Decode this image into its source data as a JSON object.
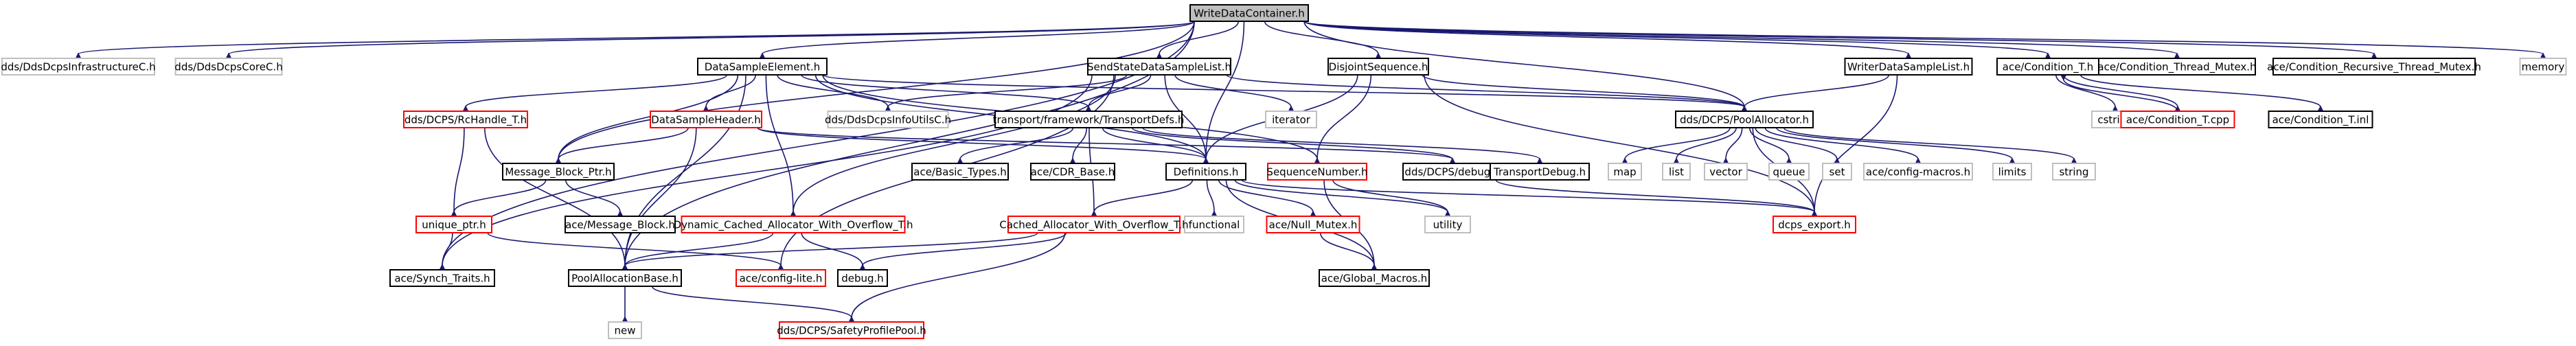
{
  "colors": {
    "edge": "#191970",
    "border_default": "#000000",
    "border_missing": "#bfbfbf",
    "border_truncated": "#ff0000",
    "root_fill": "#bfbfbf",
    "fill": "#ffffff"
  },
  "nodes": {
    "root": {
      "label": "WriteDataContainer.h"
    },
    "infraC": {
      "label": "dds/DdsDcpsInfrastructureC.h"
    },
    "coreC": {
      "label": "dds/DdsDcpsCoreC.h"
    },
    "dse": {
      "label": "DataSampleElement.h"
    },
    "ssdsl": {
      "label": "SendStateDataSampleList.h"
    },
    "disjoint": {
      "label": "DisjointSequence.h"
    },
    "wdsl": {
      "label": "WriterDataSampleList.h"
    },
    "condT": {
      "label": "ace/Condition_T.h"
    },
    "condThreadMutex": {
      "label": "ace/Condition_Thread_Mutex.h"
    },
    "condRecursive": {
      "label": "ace/Condition_Recursive_Thread_Mutex.h"
    },
    "memory": {
      "label": "memory"
    },
    "rchandle": {
      "label": "dds/DCPS/RcHandle_T.h"
    },
    "dsh": {
      "label": "DataSampleHeader.h"
    },
    "infoUtils": {
      "label": "dds/DdsDcpsInfoUtilsC.h"
    },
    "transportDefs": {
      "label": "transport/framework/TransportDefs.h"
    },
    "iterator": {
      "label": "iterator"
    },
    "poolAlloc": {
      "label": "dds/DCPS/PoolAllocator.h"
    },
    "cstring": {
      "label": "cstring"
    },
    "condTcpp": {
      "label": "ace/Condition_T.cpp"
    },
    "condTinl": {
      "label": "ace/Condition_T.inl"
    },
    "mbptr": {
      "label": "Message_Block_Ptr.h"
    },
    "basicTypes": {
      "label": "ace/Basic_Types.h"
    },
    "cdrBase": {
      "label": "ace/CDR_Base.h"
    },
    "definitions": {
      "label": "Definitions.h"
    },
    "seqNum": {
      "label": "SequenceNumber.h"
    },
    "ddsDebug": {
      "label": "dds/DCPS/debug.h"
    },
    "transportDebug": {
      "label": "TransportDebug.h"
    },
    "map": {
      "label": "map"
    },
    "list": {
      "label": "list"
    },
    "vector": {
      "label": "vector"
    },
    "queue": {
      "label": "queue"
    },
    "set": {
      "label": "set"
    },
    "configMacros": {
      "label": "ace/config-macros.h"
    },
    "limits": {
      "label": "limits"
    },
    "string": {
      "label": "string"
    },
    "uniquePtr": {
      "label": "unique_ptr.h"
    },
    "messageBlock": {
      "label": "ace/Message_Block.h"
    },
    "dcawo": {
      "label": "Dynamic_Cached_Allocator_With_Overflow_T.h"
    },
    "functional": {
      "label": "functional"
    },
    "nullMutex": {
      "label": "ace/Null_Mutex.h"
    },
    "utility": {
      "label": "utility"
    },
    "dcpsExport": {
      "label": "dcps_export.h"
    },
    "cawo": {
      "label": "Cached_Allocator_With_Overflow_T.h"
    },
    "synchTraits": {
      "label": "ace/Synch_Traits.h"
    },
    "poolAllocBase": {
      "label": "PoolAllocationBase.h"
    },
    "configLite": {
      "label": "ace/config-lite.h"
    },
    "debugH": {
      "label": "debug.h"
    },
    "globalMacros": {
      "label": "ace/Global_Macros.h"
    },
    "newH": {
      "label": "new"
    },
    "safetyPool": {
      "label": "dds/DCPS/SafetyProfilePool.h"
    }
  },
  "edges": [
    [
      "root",
      "infraC"
    ],
    [
      "root",
      "coreC"
    ],
    [
      "root",
      "dse"
    ],
    [
      "root",
      "ssdsl"
    ],
    [
      "root",
      "disjoint"
    ],
    [
      "root",
      "wdsl"
    ],
    [
      "root",
      "condT"
    ],
    [
      "root",
      "condThreadMutex"
    ],
    [
      "root",
      "condRecursive"
    ],
    [
      "root",
      "memory"
    ],
    [
      "root",
      "mbptr"
    ],
    [
      "root",
      "synchTraits"
    ],
    [
      "root",
      "poolAllocBase"
    ],
    [
      "root",
      "poolAlloc"
    ],
    [
      "root",
      "definitions"
    ],
    [
      "dse",
      "rchandle"
    ],
    [
      "dse",
      "dsh"
    ],
    [
      "dse",
      "infoUtils"
    ],
    [
      "dse",
      "transportDefs"
    ],
    [
      "dse",
      "poolAlloc"
    ],
    [
      "dse",
      "mbptr"
    ],
    [
      "dse",
      "definitions"
    ],
    [
      "dse",
      "dcawo"
    ],
    [
      "dse",
      "poolAllocBase"
    ],
    [
      "dse",
      "seqNum"
    ],
    [
      "ssdsl",
      "infoUtils"
    ],
    [
      "ssdsl",
      "transportDefs"
    ],
    [
      "ssdsl",
      "iterator"
    ],
    [
      "ssdsl",
      "poolAlloc"
    ],
    [
      "ssdsl",
      "definitions"
    ],
    [
      "ssdsl",
      "dcawo"
    ],
    [
      "ssdsl",
      "configLite"
    ],
    [
      "ssdsl",
      "synchTraits"
    ],
    [
      "disjoint",
      "poolAlloc"
    ],
    [
      "disjoint",
      "definitions"
    ],
    [
      "disjoint",
      "seqNum"
    ],
    [
      "disjoint",
      "dcpsExport"
    ],
    [
      "wdsl",
      "poolAlloc"
    ],
    [
      "wdsl",
      "dcpsExport"
    ],
    [
      "condT",
      "cstring"
    ],
    [
      "condT",
      "condTcpp"
    ],
    [
      "condT",
      "condTinl"
    ],
    [
      "condTcpp",
      "condT"
    ],
    [
      "rchandle",
      "uniquePtr"
    ],
    [
      "rchandle",
      "poolAllocBase"
    ],
    [
      "dsh",
      "mbptr"
    ],
    [
      "dsh",
      "definitions"
    ],
    [
      "dsh",
      "ddsDebug"
    ],
    [
      "dsh",
      "poolAllocBase"
    ],
    [
      "transportDefs",
      "basicTypes"
    ],
    [
      "transportDefs",
      "cdrBase"
    ],
    [
      "transportDefs",
      "definitions"
    ],
    [
      "transportDefs",
      "transportDebug"
    ],
    [
      "transportDefs",
      "cawo"
    ],
    [
      "transportDefs",
      "ddsDebug"
    ],
    [
      "poolAlloc",
      "map"
    ],
    [
      "poolAlloc",
      "list"
    ],
    [
      "poolAlloc",
      "vector"
    ],
    [
      "poolAlloc",
      "queue"
    ],
    [
      "poolAlloc",
      "set"
    ],
    [
      "poolAlloc",
      "configMacros"
    ],
    [
      "poolAlloc",
      "limits"
    ],
    [
      "poolAlloc",
      "string"
    ],
    [
      "poolAlloc",
      "dcpsExport"
    ],
    [
      "mbptr",
      "uniquePtr"
    ],
    [
      "mbptr",
      "messageBlock"
    ],
    [
      "definitions",
      "functional"
    ],
    [
      "definitions",
      "nullMutex"
    ],
    [
      "definitions",
      "utility"
    ],
    [
      "definitions",
      "cawo"
    ],
    [
      "definitions",
      "globalMacros"
    ],
    [
      "definitions",
      "dcpsExport"
    ],
    [
      "seqNum",
      "utility"
    ],
    [
      "seqNum",
      "globalMacros"
    ],
    [
      "ddsDebug",
      "dcpsExport"
    ],
    [
      "uniquePtr",
      "synchTraits"
    ],
    [
      "uniquePtr",
      "configLite"
    ],
    [
      "dcawo",
      "poolAllocBase"
    ],
    [
      "dcawo",
      "debugH"
    ],
    [
      "nullMutex",
      "globalMacros"
    ],
    [
      "cawo",
      "poolAllocBase"
    ],
    [
      "cawo",
      "debugH"
    ],
    [
      "cawo",
      "safetyPool"
    ],
    [
      "poolAllocBase",
      "newH"
    ],
    [
      "poolAllocBase",
      "safetyPool"
    ]
  ]
}
